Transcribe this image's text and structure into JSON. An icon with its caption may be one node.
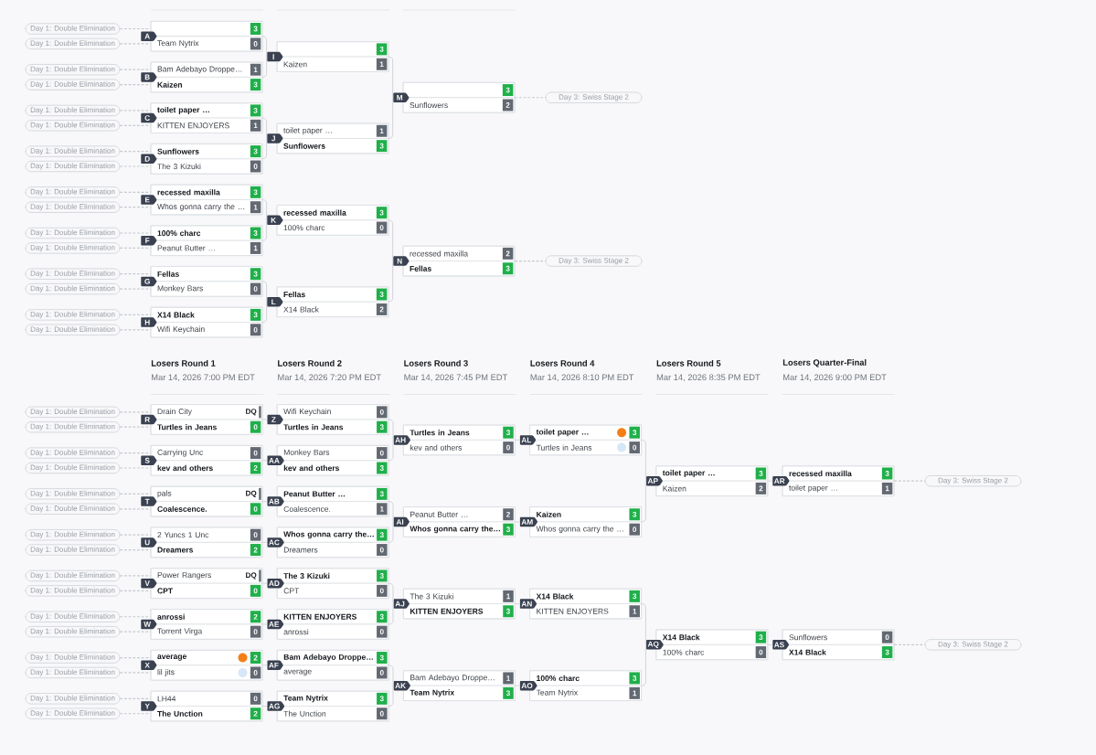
{
  "diagram": {
    "nodes": [
      {
        "text": [
          "Day 1: Double Elimination"
        ]
      },
      {
        "text": [
          "Day 1: Double Elimination"
        ]
      },
      {
        "text": [
          "Day 1: Double Elimination"
        ]
      },
      {
        "text": [
          "Day 1: Double Elimination"
        ]
      },
      {
        "text": [
          "Day 1: Double Elimination"
        ]
      },
      {
        "text": [
          "Day 1: Double Elimination"
        ]
      },
      {
        "text": [
          "Day 1: Double Elimination"
        ]
      },
      {
        "text": [
          "Day 1: Double Elimination"
        ]
      },
      {
        "text": [
          "Day 1: Double Elimination"
        ]
      },
      {
        "text": [
          "Day 1: Double Elimination"
        ]
      },
      {
        "text": [
          "Day 1: Double Elimination"
        ]
      },
      {
        "text": [
          "Day 1: Double Elimination"
        ]
      },
      {
        "text": [
          "Day 1: Double Elimination"
        ]
      },
      {
        "text": [
          "Day 1: Double Elimination"
        ]
      },
      {
        "text": [
          "Day 1: Double Elimination"
        ]
      },
      {
        "text": [
          "Day 1: Double Elimination"
        ]
      },
      {
        "text": [],
        "shape": "box",
        "beside": [
          "A"
        ]
      },
      {
        "text": [
          "3"
        ],
        "in": 16
      },
      {
        "text": [
          "Team Nytrix",
          "0"
        ],
        "in": 16
      },
      {
        "text": [],
        "shape": "box",
        "beside": [
          "B"
        ]
      },
      {
        "text": [
          "Bam Adebayo Droppe…",
          "1"
        ],
        "in": 19
      },
      {
        "text": [
          "Kaizen",
          "3"
        ],
        "in": 19
      },
      {
        "text": [],
        "shape": "box",
        "beside": [
          "C"
        ]
      },
      {
        "text": [
          "toilet paper …",
          "3"
        ],
        "in": 22
      },
      {
        "text": [
          "KITTEN ENJOYERS",
          "1"
        ],
        "in": 22
      },
      {
        "text": [],
        "shape": "box",
        "beside": [
          "D"
        ]
      },
      {
        "text": [
          "Sunflowers",
          "3"
        ],
        "in": 25
      },
      {
        "text": [
          "The 3 Kizuki",
          "0"
        ],
        "in": 25
      },
      {
        "text": [],
        "shape": "box",
        "beside": [
          "E"
        ]
      },
      {
        "text": [
          "recessed maxilla",
          "3"
        ],
        "in": 28
      },
      {
        "text": [
          "Whos gonna carry the …",
          "1"
        ],
        "in": 28
      },
      {
        "text": [],
        "shape": "box",
        "beside": [
          "F"
        ]
      },
      {
        "text": [
          "100% charc",
          "3"
        ],
        "in": 31
      },
      {
        "text": [
          "Peanut Butter …",
          "1"
        ],
        "in": 31
      },
      {
        "text": [],
        "shape": "box",
        "beside": [
          "G"
        ]
      },
      {
        "text": [
          "Fellas",
          "3"
        ],
        "in": 34
      },
      {
        "text": [
          "Monkey Bars",
          "0"
        ],
        "in": 34
      },
      {
        "text": [],
        "shape": "box",
        "beside": [
          "H"
        ]
      },
      {
        "text": [
          "X14 Black",
          "3"
        ],
        "in": 37
      },
      {
        "text": [
          "Wifi Keychain",
          "0"
        ],
        "in": 37
      },
      {
        "text": [],
        "shape": "box",
        "beside": [
          "I"
        ]
      },
      {
        "text": [
          "3"
        ],
        "in": 40
      },
      {
        "text": [
          "Kaizen",
          "1"
        ],
        "in": 40
      },
      {
        "text": [],
        "shape": "box",
        "beside": [
          "J"
        ]
      },
      {
        "text": [
          "toilet paper …",
          "1"
        ],
        "in": 43
      },
      {
        "text": [
          "Sunflowers",
          "3"
        ],
        "in": 43
      },
      {
        "text": [],
        "shape": "box",
        "beside": [
          "K"
        ]
      },
      {
        "text": [
          "recessed maxilla",
          "3"
        ],
        "in": 46
      },
      {
        "text": [
          "100% charc",
          "0"
        ],
        "in": 46
      },
      {
        "text": [],
        "shape": "box",
        "beside": [
          "L"
        ]
      },
      {
        "text": [
          "Fellas",
          "3"
        ],
        "in": 49
      },
      {
        "text": [
          "X14 Black",
          "2"
        ],
        "in": 49
      },
      {
        "text": [],
        "shape": "box",
        "beside": [
          "M"
        ]
      },
      {
        "text": [
          "3"
        ],
        "in": 52
      },
      {
        "text": [
          "Sunflowers",
          "2"
        ],
        "in": 52
      },
      {
        "text": [],
        "shape": "box",
        "beside": [
          "N"
        ]
      },
      {
        "text": [
          "recessed maxilla",
          "2"
        ],
        "in": 55
      },
      {
        "text": [
          "Fellas",
          "3"
        ],
        "in": 55
      },
      {
        "text": [
          "Day 3: Swiss Stage 2"
        ]
      },
      {
        "text": [
          "Day 3: Swiss Stage 2"
        ]
      },
      {
        "text": [
          "Day 1: Double Elimination"
        ]
      },
      {
        "text": [
          "Day 1: Double Elimination"
        ]
      },
      {
        "text": [
          "Day 1: Double Elimination"
        ]
      },
      {
        "text": [
          "Day 1: Double Elimination"
        ]
      },
      {
        "text": [
          "Day 1: Double Elimination"
        ]
      },
      {
        "text": [
          "Day 1: Double Elimination"
        ]
      },
      {
        "text": [
          "Day 1: Double Elimination"
        ]
      },
      {
        "text": [
          "Day 1: Double Elimination"
        ]
      },
      {
        "text": [
          "Day 1: Double Elimination"
        ]
      },
      {
        "text": [
          "Day 1: Double Elimination"
        ]
      },
      {
        "text": [
          "Day 1: Double Elimination"
        ]
      },
      {
        "text": [
          "Day 1: Double Elimination"
        ]
      },
      {
        "text": [
          "Day 1: Double Elimination"
        ]
      },
      {
        "text": [
          "Day 1: Double Elimination"
        ]
      },
      {
        "text": [
          "Day 1: Double Elimination"
        ]
      },
      {
        "text": [
          "Day 1: Double Elimination"
        ]
      },
      {
        "text": [],
        "shape": "box",
        "beside": [
          "R"
        ]
      },
      {
        "text": [
          "Drain City",
          "DQ"
        ],
        "in": 76
      },
      {
        "text": [
          "Turtles in Jeans",
          "0"
        ],
        "in": 76
      },
      {
        "text": [],
        "shape": "box",
        "beside": [
          "S"
        ]
      },
      {
        "text": [
          "Carrying Unc",
          "0"
        ],
        "in": 79
      },
      {
        "text": [
          "kev and others",
          "2"
        ],
        "in": 79
      },
      {
        "text": [],
        "shape": "box",
        "beside": [
          "T"
        ]
      },
      {
        "text": [
          "pals",
          "DQ"
        ],
        "in": 82
      },
      {
        "text": [
          "Coalescence.",
          "0"
        ],
        "in": 82
      },
      {
        "text": [],
        "shape": "box",
        "beside": [
          "U"
        ]
      },
      {
        "text": [
          "2 Yuncs 1 Unc",
          "0"
        ],
        "in": 85
      },
      {
        "text": [
          "Dreamers",
          "2"
        ],
        "in": 85
      },
      {
        "text": [],
        "shape": "box",
        "beside": [
          "V"
        ]
      },
      {
        "text": [
          "Power Rangers",
          "DQ"
        ],
        "in": 88
      },
      {
        "text": [
          "CPT",
          "0"
        ],
        "in": 88
      },
      {
        "text": [],
        "shape": "box",
        "beside": [
          "W"
        ]
      },
      {
        "text": [
          "anrossi",
          "2"
        ],
        "in": 91
      },
      {
        "text": [
          "Torrent Virga",
          "0"
        ],
        "in": 91
      },
      {
        "text": [],
        "shape": "box",
        "beside": [
          "X"
        ]
      },
      {
        "text": [
          "average",
          "2"
        ],
        "in": 94
      },
      {
        "text": [
          "lil jits",
          "0"
        ],
        "in": 94
      },
      {
        "text": [],
        "shape": "box",
        "beside": [
          "Y"
        ]
      },
      {
        "text": [
          "LH44",
          "0"
        ],
        "in": 97
      },
      {
        "text": [
          "The Unction",
          "2"
        ],
        "in": 97
      },
      {
        "text": [],
        "shape": "box",
        "beside": [
          "Z"
        ]
      },
      {
        "text": [
          "Wifi Keychain",
          "0"
        ],
        "in": 100
      },
      {
        "text": [
          "Turtles in Jeans",
          "3"
        ],
        "in": 100
      },
      {
        "text": [],
        "shape": "box",
        "beside": [
          "AA"
        ]
      },
      {
        "text": [
          "Monkey Bars",
          "0"
        ],
        "in": 103
      },
      {
        "text": [
          "kev and others",
          "3"
        ],
        "in": 103
      },
      {
        "text": [],
        "shape": "box",
        "beside": [
          "AB"
        ]
      },
      {
        "text": [
          "Peanut Butter …",
          "3"
        ],
        "in": 106
      },
      {
        "text": [
          "Coalescence.",
          "1"
        ],
        "in": 106
      },
      {
        "text": [],
        "shape": "box",
        "beside": [
          "AC"
        ]
      },
      {
        "text": [
          "Whos gonna carry the…",
          "3"
        ],
        "in": 109
      },
      {
        "text": [
          "Dreamers",
          "0"
        ],
        "in": 109
      },
      {
        "text": [],
        "shape": "box",
        "beside": [
          "AD"
        ]
      },
      {
        "text": [
          "The 3 Kizuki",
          "3"
        ],
        "in": 112
      },
      {
        "text": [
          "CPT",
          "0"
        ],
        "in": 112
      },
      {
        "text": [],
        "shape": "box",
        "beside": [
          "AE"
        ]
      },
      {
        "text": [
          "KITTEN ENJOYERS",
          "3"
        ],
        "in": 115
      },
      {
        "text": [
          "anrossi",
          "0"
        ],
        "in": 115
      },
      {
        "text": [],
        "shape": "box",
        "beside": [
          "AF"
        ]
      },
      {
        "text": [
          "Bam Adebayo Droppe…",
          "3"
        ],
        "in": 118
      },
      {
        "text": [
          "average",
          "0"
        ],
        "in": 118
      },
      {
        "text": [],
        "shape": "box",
        "beside": [
          "AG"
        ]
      },
      {
        "text": [
          "Team Nytrix",
          "3"
        ],
        "in": 121
      },
      {
        "text": [
          "The Unction",
          "0"
        ],
        "in": 121
      },
      {
        "text": [],
        "shape": "box",
        "beside": [
          "AH"
        ]
      },
      {
        "text": [
          "Turtles in Jeans",
          "3"
        ],
        "in": 124
      },
      {
        "text": [
          "kev and others",
          "0"
        ],
        "in": 124
      },
      {
        "text": [],
        "shape": "box",
        "beside": [
          "AI"
        ]
      },
      {
        "text": [
          "Peanut Butter …",
          "2"
        ],
        "in": 127
      },
      {
        "text": [
          "Whos gonna carry the…",
          "3"
        ],
        "in": 127
      },
      {
        "text": [],
        "shape": "box",
        "beside": [
          "AJ"
        ]
      },
      {
        "text": [
          "The 3 Kizuki",
          "1"
        ],
        "in": 130
      },
      {
        "text": [
          "KITTEN ENJOYERS",
          "3"
        ],
        "in": 130
      },
      {
        "text": [],
        "shape": "box",
        "beside": [
          "AK"
        ]
      },
      {
        "text": [
          "Bam Adebayo Droppe…",
          "1"
        ],
        "in": 133
      },
      {
        "text": [
          "Team Nytrix",
          "3"
        ],
        "in": 133
      },
      {
        "text": [],
        "shape": "box",
        "beside": [
          "AL"
        ]
      },
      {
        "text": [
          "toilet paper …",
          "3"
        ],
        "in": 136
      },
      {
        "text": [
          "Turtles in Jeans",
          "0"
        ],
        "in": 136
      },
      {
        "text": [],
        "shape": "box",
        "beside": [
          "AM"
        ]
      },
      {
        "text": [
          "Kaizen",
          "3"
        ],
        "in": 139
      },
      {
        "text": [
          "Whos gonna carry the …",
          "0"
        ],
        "in": 139
      },
      {
        "text": [],
        "shape": "box",
        "beside": [
          "AN"
        ]
      },
      {
        "text": [
          "X14 Black",
          "3"
        ],
        "in": 142
      },
      {
        "text": [
          "KITTEN ENJOYERS",
          "1"
        ],
        "in": 142
      },
      {
        "text": [],
        "shape": "box",
        "beside": [
          "AO"
        ]
      },
      {
        "text": [
          "100% charc",
          "3"
        ],
        "in": 145
      },
      {
        "text": [
          "Team Nytrix",
          "1"
        ],
        "in": 145
      },
      {
        "text": [],
        "shape": "box",
        "beside": [
          "AP"
        ]
      },
      {
        "text": [
          "toilet paper …",
          "3"
        ],
        "in": 148
      },
      {
        "text": [
          "Kaizen",
          "2"
        ],
        "in": 148
      },
      {
        "text": [],
        "shape": "box",
        "beside": [
          "AQ"
        ]
      },
      {
        "text": [
          "X14 Black",
          "3"
        ],
        "in": 151
      },
      {
        "text": [
          "100% charc",
          "0"
        ],
        "in": 151
      },
      {
        "text": [],
        "shape": "box",
        "beside": [
          "AR"
        ]
      },
      {
        "text": [
          "recessed maxilla",
          "3"
        ],
        "in": 154
      },
      {
        "text": [
          "toilet paper …",
          "1"
        ],
        "in": 154
      },
      {
        "text": [],
        "shape": "box",
        "beside": [
          "AS"
        ]
      },
      {
        "text": [
          "Sunflowers",
          "0"
        ],
        "in": 157
      },
      {
        "text": [
          "X14 Black",
          "3"
        ],
        "in": 157
      },
      {
        "text": [
          "Day 3: Swiss Stage 2"
        ]
      },
      {
        "text": [
          "Day 3: Swiss Stage 2"
        ]
      }
    ],
    "edges": [
      {
        "from": 0,
        "to": 17,
        "arrow": "none",
        "style": "dashed"
      },
      {
        "from": 1,
        "to": 18,
        "arrow": "none",
        "style": "dashed"
      },
      {
        "from": 2,
        "to": 20,
        "arrow": "none",
        "style": "dashed"
      },
      {
        "from": 3,
        "to": 21,
        "arrow": "none",
        "style": "dashed"
      },
      {
        "from": 4,
        "to": 23,
        "arrow": "none",
        "style": "dashed"
      },
      {
        "from": 5,
        "to": 24,
        "arrow": "none",
        "style": "dashed"
      },
      {
        "from": 6,
        "to": 26,
        "arrow": "none",
        "style": "dashed"
      },
      {
        "from": 7,
        "to": 27,
        "arrow": "none",
        "style": "dashed"
      },
      {
        "from": 8,
        "to": 29,
        "arrow": "none",
        "style": "dashed"
      },
      {
        "from": 9,
        "to": 30,
        "arrow": "none",
        "style": "dashed"
      },
      {
        "from": 10,
        "to": 32,
        "arrow": "none",
        "style": "dashed"
      },
      {
        "from": 11,
        "to": 33,
        "arrow": "none",
        "style": "dashed"
      },
      {
        "from": 12,
        "to": 35,
        "arrow": "none",
        "style": "dashed"
      },
      {
        "from": 13,
        "to": 36,
        "arrow": "none",
        "style": "dashed"
      },
      {
        "from": 14,
        "to": 38,
        "arrow": "none",
        "style": "dashed"
      },
      {
        "from": 15,
        "to": 39,
        "arrow": "none",
        "style": "dashed"
      },
      {
        "from": 16,
        "to": 40,
        "arrow": "none"
      },
      {
        "from": 19,
        "to": 40,
        "arrow": "none"
      },
      {
        "from": 22,
        "to": 43,
        "arrow": "none"
      },
      {
        "from": 25,
        "to": 43,
        "arrow": "none"
      },
      {
        "from": 28,
        "to": 46,
        "arrow": "none"
      },
      {
        "from": 31,
        "to": 46,
        "arrow": "none"
      },
      {
        "from": 34,
        "to": 49,
        "arrow": "none"
      },
      {
        "from": 37,
        "to": 49,
        "arrow": "none"
      },
      {
        "from": 40,
        "to": 52,
        "arrow": "none"
      },
      {
        "from": 43,
        "to": 52,
        "arrow": "none"
      },
      {
        "from": 46,
        "to": 55,
        "arrow": "none"
      },
      {
        "from": 49,
        "to": 55,
        "arrow": "none"
      },
      {
        "from": 52,
        "to": 58,
        "arrow": "none",
        "style": "dashed"
      },
      {
        "from": 55,
        "to": 59,
        "arrow": "none",
        "style": "dashed"
      },
      {
        "from": 60,
        "to": 77,
        "arrow": "none",
        "style": "dashed"
      },
      {
        "from": 61,
        "to": 78,
        "arrow": "none",
        "style": "dashed"
      },
      {
        "from": 62,
        "to": 80,
        "arrow": "none",
        "style": "dashed"
      },
      {
        "from": 63,
        "to": 81,
        "arrow": "none",
        "style": "dashed"
      },
      {
        "from": 64,
        "to": 83,
        "arrow": "none",
        "style": "dashed"
      },
      {
        "from": 65,
        "to": 84,
        "arrow": "none",
        "style": "dashed"
      },
      {
        "from": 66,
        "to": 86,
        "arrow": "none",
        "style": "dashed"
      },
      {
        "from": 67,
        "to": 87,
        "arrow": "none",
        "style": "dashed"
      },
      {
        "from": 68,
        "to": 89,
        "arrow": "none",
        "style": "dashed"
      },
      {
        "from": 69,
        "to": 90,
        "arrow": "none",
        "style": "dashed"
      },
      {
        "from": 70,
        "to": 92,
        "arrow": "none",
        "style": "dashed"
      },
      {
        "from": 71,
        "to": 93,
        "arrow": "none",
        "style": "dashed"
      },
      {
        "from": 72,
        "to": 95,
        "arrow": "none",
        "style": "dashed"
      },
      {
        "from": 73,
        "to": 96,
        "arrow": "none",
        "style": "dashed"
      },
      {
        "from": 74,
        "to": 98,
        "arrow": "none",
        "style": "dashed"
      },
      {
        "from": 75,
        "to": 99,
        "arrow": "none",
        "style": "dashed"
      },
      {
        "from": 76,
        "to": 100,
        "arrow": "none"
      },
      {
        "from": 79,
        "to": 103,
        "arrow": "none"
      },
      {
        "from": 82,
        "to": 106,
        "arrow": "none"
      },
      {
        "from": 85,
        "to": 109,
        "arrow": "none"
      },
      {
        "from": 88,
        "to": 112,
        "arrow": "none"
      },
      {
        "from": 91,
        "to": 115,
        "arrow": "none"
      },
      {
        "from": 94,
        "to": 118,
        "arrow": "none"
      },
      {
        "from": 97,
        "to": 121,
        "arrow": "none"
      },
      {
        "from": 100,
        "to": 124,
        "arrow": "none"
      },
      {
        "from": 103,
        "to": 124,
        "arrow": "none"
      },
      {
        "from": 106,
        "to": 127,
        "arrow": "none"
      },
      {
        "from": 109,
        "to": 127,
        "arrow": "none"
      },
      {
        "from": 112,
        "to": 130,
        "arrow": "none"
      },
      {
        "from": 115,
        "to": 130,
        "arrow": "none"
      },
      {
        "from": 118,
        "to": 133,
        "arrow": "none"
      },
      {
        "from": 121,
        "to": 133,
        "arrow": "none"
      },
      {
        "from": 124,
        "to": 136,
        "arrow": "none"
      },
      {
        "from": 127,
        "to": 139,
        "arrow": "none"
      },
      {
        "from": 130,
        "to": 142,
        "arrow": "none"
      },
      {
        "from": 133,
        "to": 145,
        "arrow": "none"
      },
      {
        "from": 136,
        "to": 148,
        "arrow": "none"
      },
      {
        "from": 139,
        "to": 148,
        "arrow": "none"
      },
      {
        "from": 142,
        "to": 151,
        "arrow": "none"
      },
      {
        "from": 145,
        "to": 151,
        "arrow": "none"
      },
      {
        "from": 148,
        "to": 154,
        "arrow": "none"
      },
      {
        "from": 151,
        "to": 157,
        "arrow": "none"
      },
      {
        "from": 154,
        "to": 160,
        "arrow": "none",
        "style": "dashed"
      },
      {
        "from": 157,
        "to": 161,
        "arrow": "none",
        "style": "dashed"
      }
    ],
    "labels": [
      "Losers Round 1",
      "Mar 14, 2026 7:00 PM EDT",
      "Losers Round 2",
      "Mar 14, 2026 7:20 PM EDT",
      "Losers Round 3",
      "Mar 14, 2026 7:45 PM EDT",
      "Losers Round 4",
      "Mar 14, 2026 8:10 PM EDT",
      "Losers Round 5",
      "Mar 14, 2026 8:35 PM EDT",
      "Losers Quarter-Final",
      "Mar 14, 2026 9:00 PM EDT"
    ]
  }
}
